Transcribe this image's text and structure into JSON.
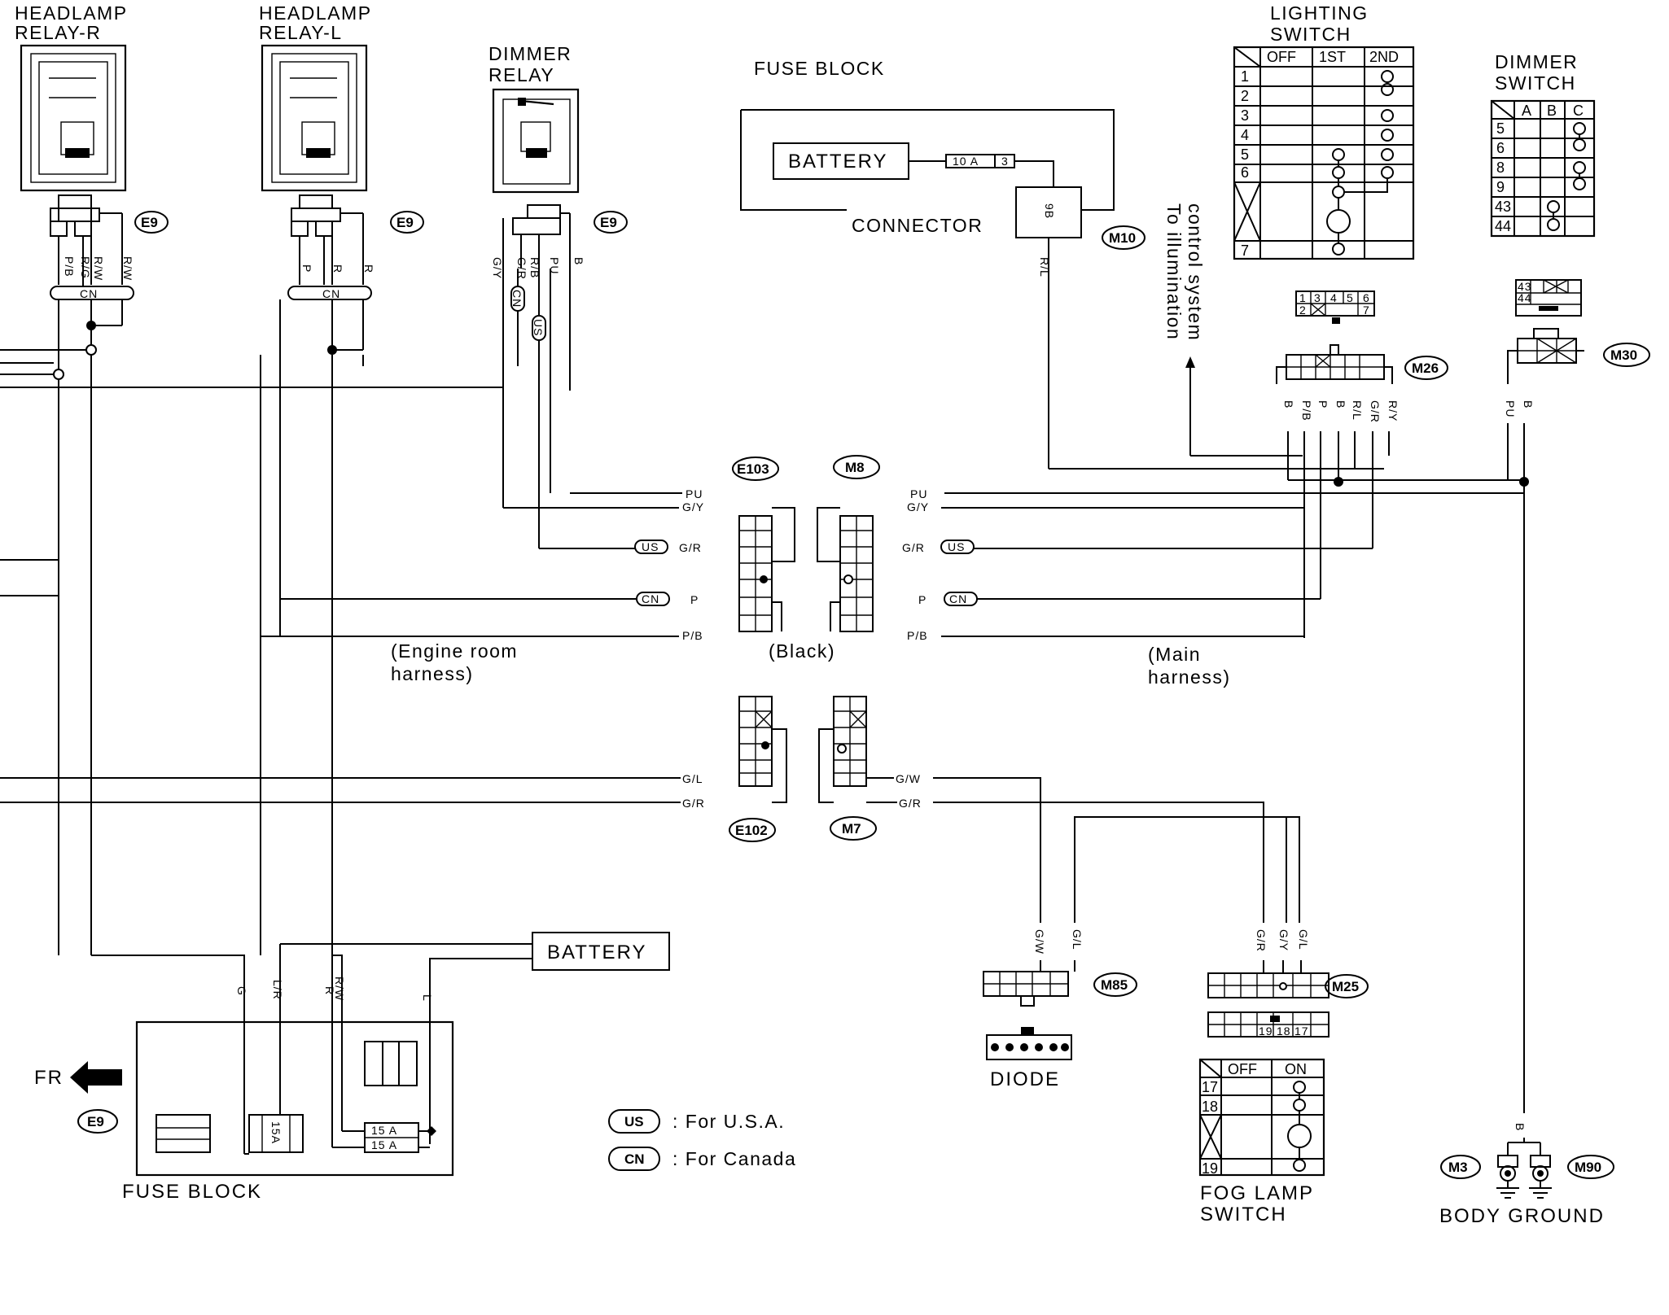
{
  "headlamp_relay_r": {
    "title": "HEADLAMP\nRELAY-R",
    "connector": "E9",
    "wires": [
      "P/B",
      "R/G\nR/W",
      "R/W"
    ],
    "junction": "CN"
  },
  "headlamp_relay_l": {
    "title": "HEADLAMP\nRELAY-L",
    "connector": "E9",
    "wires": [
      "P",
      "R",
      "R"
    ],
    "junction": "CN"
  },
  "dimmer_relay": {
    "title": "DIMMER\nRELAY",
    "connector": "E9",
    "wires": [
      "G/Y",
      "G/R\nR/B",
      "PU",
      "B"
    ]
  },
  "fuse_block_top": {
    "title": "FUSE BLOCK",
    "battery": "BATTERY",
    "fuse": "10 A",
    "fuse_no": "3",
    "connector_label": "CONNECTOR",
    "connector_pin": "9B",
    "connector_id": "M10",
    "wire": "R/L"
  },
  "illumination_note": "To illumination\ncontrol system",
  "lighting_switch": {
    "title": "LIGHTING\nSWITCH",
    "columns": [
      "OFF",
      "1ST",
      "2ND"
    ],
    "rows": [
      "1",
      "2",
      "3",
      "4",
      "5",
      "6",
      "7"
    ],
    "connector": "M26",
    "pins_top": [
      "1",
      "3",
      "4",
      "5",
      "6"
    ],
    "pins_bottom": [
      "2",
      "7"
    ],
    "wires": [
      "B",
      "P/B",
      "P",
      "B",
      "R/L",
      "G/R",
      "R/Y"
    ]
  },
  "dimmer_switch": {
    "title": "DIMMER\nSWITCH",
    "columns": [
      "A",
      "B",
      "C"
    ],
    "rows": [
      "5",
      "6",
      "8",
      "9",
      "43",
      "44"
    ],
    "connector": "M30",
    "wires": [
      "PU",
      "B"
    ],
    "pins": [
      "43",
      "44"
    ]
  },
  "joint_connectors": {
    "upper_left": {
      "id": "E103",
      "wires": [
        "PU",
        "G/Y",
        "G/R",
        "P",
        "P/B"
      ],
      "tags": [
        "US",
        "CN"
      ]
    },
    "upper_right": {
      "id": "M8",
      "wires": [
        "PU",
        "G/Y",
        "G/R",
        "P",
        "P/B"
      ],
      "tags": [
        "US",
        "CN"
      ]
    },
    "lower_left": {
      "id": "E102",
      "wires": [
        "G/L",
        "G/R"
      ]
    },
    "lower_right": {
      "id": "M7",
      "wires": [
        "G/W",
        "G/R"
      ]
    },
    "left_harness": "(Engine room\nharness)",
    "center_label": "(Black)",
    "right_harness": "(Main\nharness)"
  },
  "diode": {
    "title": "DIODE",
    "connector": "M85",
    "wires": [
      "G/W",
      "G/L"
    ]
  },
  "fog_lamp_switch": {
    "title": "FOG LAMP\nSWITCH",
    "connector": "M25",
    "wires": [
      "G/R",
      "G/Y",
      "G/L"
    ],
    "pins": [
      "19",
      "18",
      "17"
    ],
    "columns": [
      "OFF",
      "ON"
    ],
    "rows": [
      "17",
      "18",
      "19"
    ]
  },
  "battery_bottom": "BATTERY",
  "fuse_block_bottom": {
    "title": "FUSE BLOCK",
    "connector": "E9",
    "fuses": [
      "15A",
      "15 A",
      "15 A"
    ],
    "wires": [
      "G",
      "L/R",
      "R/W",
      "R",
      "L"
    ],
    "fr_label": "FR"
  },
  "legend": [
    {
      "tag": "US",
      "text": ": For U.S.A."
    },
    {
      "tag": "CN",
      "text": ": For Canada"
    }
  ],
  "body_ground": {
    "title": "BODY GROUND",
    "connectors": [
      "M3",
      "M90"
    ],
    "wire": "B"
  },
  "colors": {
    "ink": "#000000",
    "paper": "#ffffff"
  }
}
